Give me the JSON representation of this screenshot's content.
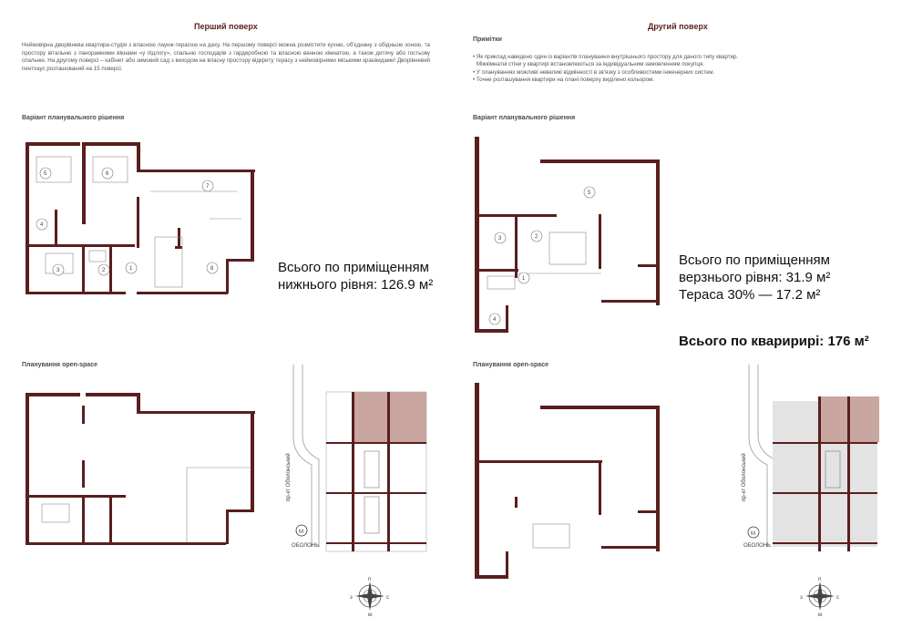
{
  "left": {
    "title": "Перший поверх",
    "intro": "Неймовірна дворівнева квартира-студія з власною лаунж-терасою на даху. На першому поверсі можна розмістити кухню, об'єднану з обідньою зоною, та простору вітальню з панорамними вікнами «у підлогу», спальню господарів з гардеробною та власною ванною кімнатою, а також дитячу або гостьову спальню. На другому поверсі – кабінет або зимовий сад з виходом на власну простору відкриту терасу з неймовірними міськими краєвидами! Дворівневий пентхаус розташований на 15 поверсі.",
    "plan_label": "Варіант планувального рішення",
    "openspace_label": "Планування open-space",
    "total_label": "Всього по приміщенням",
    "total_value": "нижнього рівня: 126.9 м²",
    "rooms": [
      "1",
      "2",
      "3",
      "4",
      "5",
      "6",
      "7",
      "8"
    ]
  },
  "right": {
    "title": "Другий поверх",
    "notes_title": "Примітки",
    "notes": [
      "• Як приклад наведено один із варіантів планування внутрішнього простору для даного типу квартир.",
      "  Міжкімнатні стіни у квартирі встановлюються за індивідуальним замовленням покупця.",
      "• У плануваннях можливі невеликі відмінності в зв'язку з особливостями інженерних систем.",
      "• Точне розташування квартири на плані поверху виділено кольором."
    ],
    "plan_label": "Варіант планувального рішення",
    "openspace_label": "Планування open-space",
    "total_line1": "Всього по приміщенням",
    "total_line2": "верзнього рівня: 31.9 м²",
    "total_line3": "Тераса 30% — 17.2 м²",
    "grand_total": "Всього по кваририрі: 176 м²",
    "rooms": [
      "1",
      "2",
      "3",
      "4",
      "5"
    ]
  },
  "site": {
    "street": "пр-кт Оболонський",
    "metro_letter": "М",
    "metro_name": "ОБОЛОНЬ",
    "compass": [
      "п",
      "з",
      "с",
      "ю"
    ]
  },
  "colors": {
    "wall": "#5a1e1e",
    "highlight": "#c9a6a0"
  }
}
